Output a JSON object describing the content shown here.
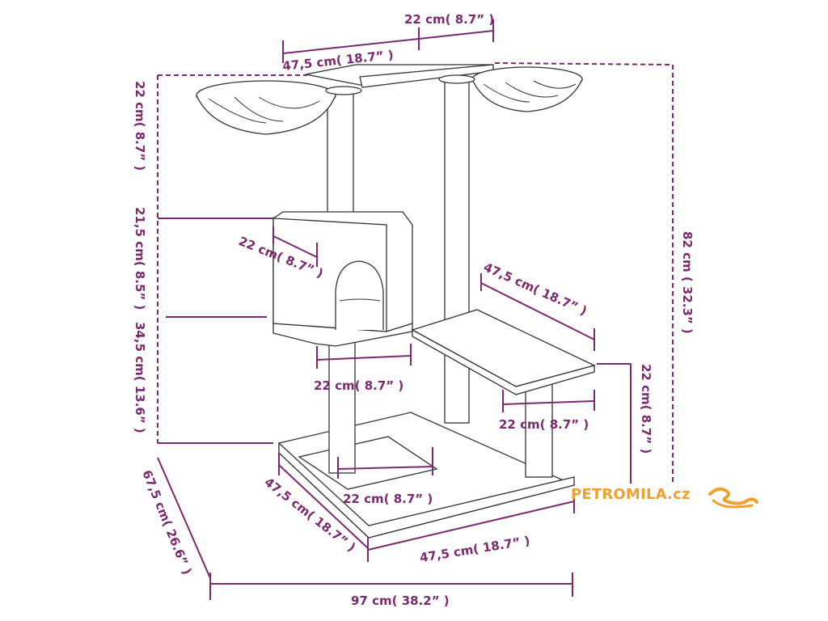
{
  "dimensions": {
    "top_platform_width": "22 cm( 8.7” )",
    "top_platform_length": "47,5 cm( 18.7” )",
    "left_top_height": "22 cm( 8.7” )",
    "left_mid_height": "21,5 cm( 8.5” )",
    "left_low_height": "34,5 cm( 13.6” )",
    "cave_depth": "22 cm( 8.7” )",
    "cave_width": "22 cm( 8.7” )",
    "right_platform_length": "47,5 cm( 18.7” )",
    "right_platform_width": "22 cm( 8.7” )",
    "right_platform_height": "22 cm( 8.7” )",
    "total_height": "82 cm ( 32.3” )",
    "base_post_spacing": "22 cm( 8.7” )",
    "base_depth": "47,5 cm( 18.7” )",
    "base_width": "47,5 cm( 18.7” )",
    "total_depth": "67,5 cm( 26.6” )",
    "total_width": "97 cm( 38.2” )"
  },
  "brand": {
    "name": "PETROMILA.cz",
    "color": "#f0a030",
    "icon": "cat-logo-icon"
  },
  "colors": {
    "dimension": "#7a2a6e",
    "outline": "#333333"
  }
}
